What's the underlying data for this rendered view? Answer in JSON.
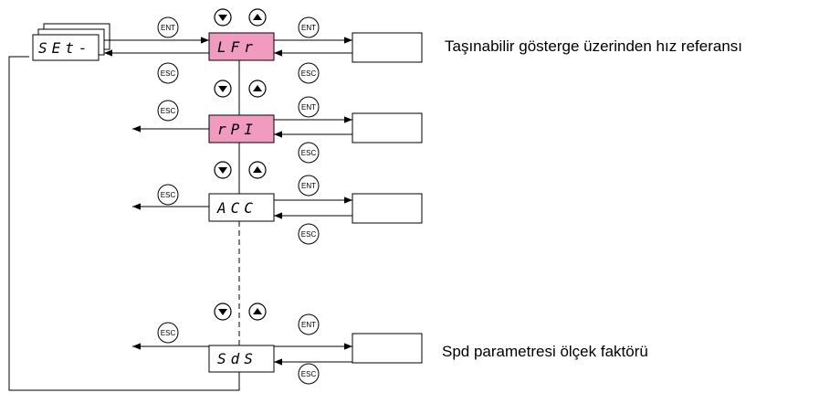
{
  "colors": {
    "highlight": "#f29bc1",
    "line": "#000000",
    "background": "#ffffff"
  },
  "menu": {
    "set_label": "SEt-"
  },
  "params": [
    {
      "code": "LFr",
      "highlighted": true
    },
    {
      "code": "rPI",
      "highlighted": true
    },
    {
      "code": "ACC",
      "highlighted": false
    },
    {
      "code": "SdS",
      "highlighted": false
    }
  ],
  "descriptions": {
    "lfr": "Taşınabilir gösterge üzerinden hız referansı",
    "sds": "Spd parametresi ölçek faktörü"
  },
  "buttons": {
    "ent": "ENT",
    "esc": "ESC",
    "down_icon": "down-arrow-icon",
    "up_icon": "up-arrow-icon"
  }
}
